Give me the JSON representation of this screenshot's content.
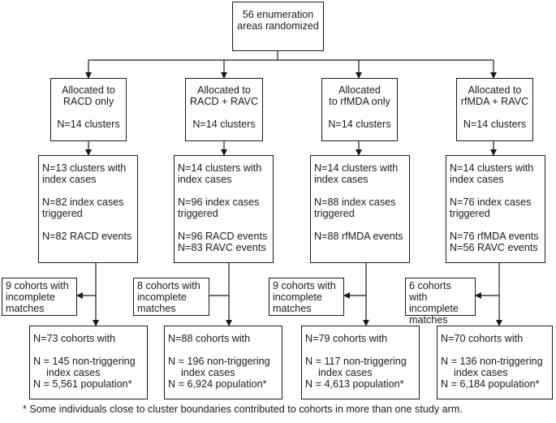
{
  "top": {
    "line1": "56 enumeration",
    "line2": "areas randomized"
  },
  "arms": [
    {
      "alloc": [
        "Allocated to",
        "RACD only",
        "N=14 clusters"
      ],
      "clusters": [
        "N=13 clusters with",
        "index cases",
        "N=82 index cases",
        "triggered",
        "N=82 RACD events",
        ""
      ],
      "excluded": [
        "9 cohorts with",
        "incomplete",
        "matches"
      ],
      "final": [
        "N=73 cohorts with",
        "N = 145 non-triggering",
        "index cases",
        "N = 5,561 population*"
      ]
    },
    {
      "alloc": [
        "Allocated to",
        "RACD + RAVC",
        "N=14 clusters"
      ],
      "clusters": [
        "N=14 clusters with",
        "index cases",
        "N=96 index cases",
        "triggered",
        "N=96 RACD events",
        "N=83 RAVC events"
      ],
      "excluded": [
        "8 cohorts with",
        "incomplete",
        "matches"
      ],
      "final": [
        "N=88 cohorts with",
        "N = 196 non-triggering",
        "index cases",
        "N = 6,924 population*"
      ]
    },
    {
      "alloc": [
        "Allocated",
        "to rfMDA only",
        "N=14 clusters"
      ],
      "clusters": [
        "N=14 clusters with",
        "index cases",
        "N=88 index cases",
        "triggered",
        "N=88 rfMDA events",
        ""
      ],
      "excluded": [
        "9 cohorts with",
        "incomplete",
        "matches"
      ],
      "final": [
        "N=79 cohorts with",
        "N = 117 non-triggering",
        "index cases",
        "N = 4,613 population*"
      ]
    },
    {
      "alloc": [
        "Allocated to",
        "rfMDA + RAVC",
        "N=14 clusters"
      ],
      "clusters": [
        "N=14 clusters with",
        "index cases",
        "N=76 index cases",
        "triggered",
        "N=76 rfMDA events",
        "N=56 RAVC events"
      ],
      "excluded": [
        "6 cohorts with",
        "incomplete",
        "matches"
      ],
      "final": [
        "N=70 cohorts with",
        "N = 136 non-triggering",
        "index cases",
        "N = 6,184 population*"
      ]
    }
  ],
  "footnote": "* Some individuals close to cluster boundaries contributed to cohorts in more than one study arm."
}
